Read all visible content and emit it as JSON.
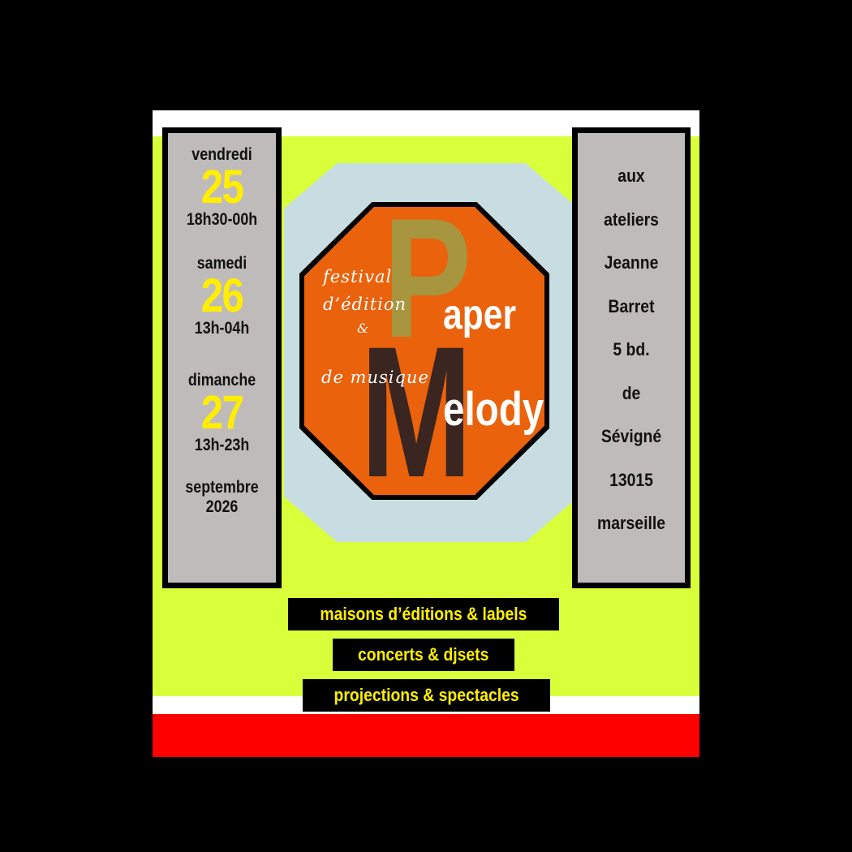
{
  "schedule": {
    "days": [
      {
        "day": "vendredi",
        "date": "25",
        "hours": "18h30-00h"
      },
      {
        "day": "samedi",
        "date": "26",
        "hours": "13h-04h"
      },
      {
        "day": "dimanche",
        "date": "27",
        "hours": "13h-23h"
      }
    ],
    "month": "septembre",
    "year": "2026"
  },
  "logo": {
    "line1": "festival",
    "line2": "d’édition",
    "ampersand": "&",
    "line3": "de musique",
    "big_p": "P",
    "word_aper": "aper",
    "big_m": "M",
    "word_elody": "elody"
  },
  "address": {
    "lines": [
      "aux",
      "ateliers",
      "Jeanne",
      "Barret",
      "5 bd.",
      "de",
      "Sévigné",
      "13015",
      "marseille"
    ]
  },
  "tags": [
    "maisons d’éditions & labels",
    "concerts & djsets",
    "projections & spectacles"
  ],
  "colors": {
    "background": "#000000",
    "green": "#d9ff3b",
    "light_blue": "#c7dde2",
    "orange": "#ea620c",
    "olive": "#a89540",
    "dark_brown": "#3a2520",
    "yellow": "#ffee00",
    "red": "#ff0000",
    "grey_panel": "#bfbbbb"
  }
}
